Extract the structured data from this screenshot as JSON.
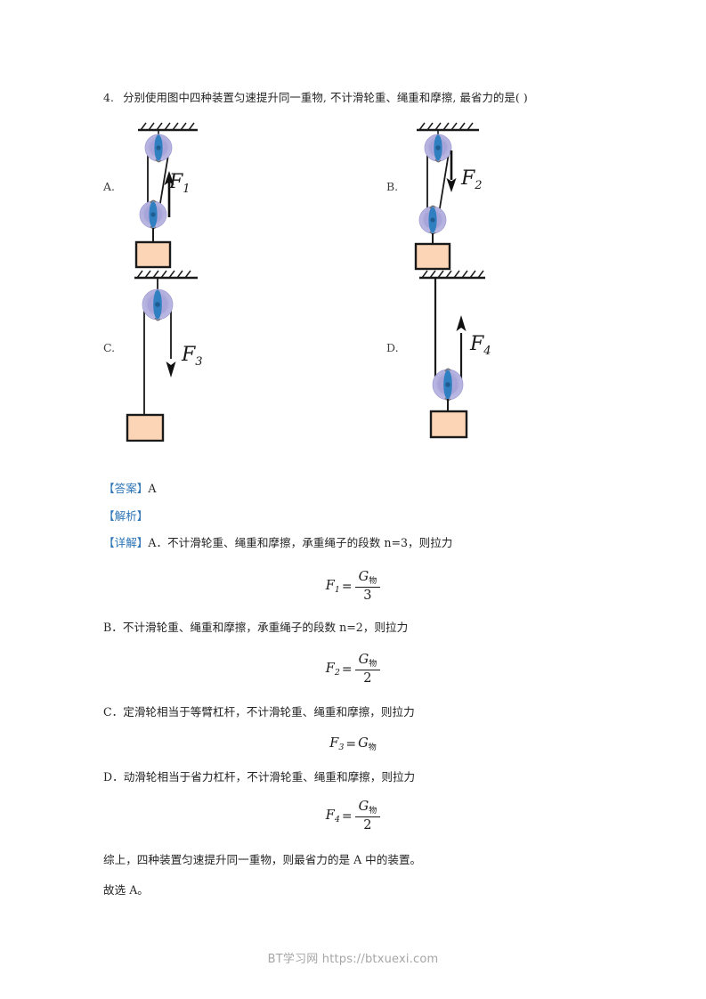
{
  "question": {
    "number": "4.",
    "text": "分别使用图中四种装置匀速提升同一重物, 不计滑轮重、绳重和摩擦, 最省力的是(        )"
  },
  "options": [
    {
      "key": "A",
      "label": "A.",
      "force_symbol": "F",
      "force_subscript": "1",
      "device": "fixed-and-movable-pulley-3-segments",
      "force_direction": "up"
    },
    {
      "key": "B",
      "label": "B.",
      "force_symbol": "F",
      "force_subscript": "2",
      "device": "fixed-and-movable-pulley-2-segments",
      "force_direction": "down"
    },
    {
      "key": "C",
      "label": "C.",
      "force_symbol": "F",
      "force_subscript": "3",
      "device": "fixed-pulley",
      "force_direction": "down"
    },
    {
      "key": "D",
      "label": "D.",
      "force_symbol": "F",
      "force_subscript": "4",
      "device": "movable-pulley",
      "force_direction": "up"
    }
  ],
  "answer": {
    "tag": "【答案】",
    "value": "A"
  },
  "analysis": {
    "tag": "【解析】"
  },
  "detail": {
    "tag": "【详解】",
    "lines": [
      "A．不计滑轮重、绳重和摩擦，承重绳子的段数 n=3，则拉力",
      "B．不计滑轮重、绳重和摩擦，承重绳子的段数 n=2，则拉力",
      "C．定滑轮相当于等臂杠杆，不计滑轮重、绳重和摩擦，则拉力",
      "D．动滑轮相当于省力杠杆，不计滑轮重、绳重和摩擦，则拉力"
    ],
    "conclusion": "综上，四种装置匀速提升同一重物，则最省力的是 A 中的装置。",
    "choice": "故选 A。"
  },
  "formulas": [
    {
      "id": "f1",
      "lhs": "F",
      "lhs_sub": "1",
      "numerator": "G",
      "numerator_sub": "物",
      "denominator": "3",
      "has_fraction": true
    },
    {
      "id": "f2",
      "lhs": "F",
      "lhs_sub": "2",
      "numerator": "G",
      "numerator_sub": "物",
      "denominator": "2",
      "has_fraction": true
    },
    {
      "id": "f3",
      "lhs": "F",
      "lhs_sub": "3",
      "rhs": "G",
      "rhs_sub": "物",
      "has_fraction": false
    },
    {
      "id": "f4",
      "lhs": "F",
      "lhs_sub": "4",
      "numerator": "G",
      "numerator_sub": "物",
      "denominator": "2",
      "has_fraction": true
    }
  ],
  "equals": "=",
  "footer": {
    "text": "BT学习网 https://btxuexi.com"
  },
  "colors": {
    "tag_blue": "#2e75b6",
    "pulley_outer": "#b9b6e0",
    "pulley_mid": "#9b99d4",
    "pulley_core": "#2f7fc1",
    "block_fill": "#fbd5b5",
    "stroke": "#1a1a1a",
    "footer_gray": "#a6a6a6"
  }
}
